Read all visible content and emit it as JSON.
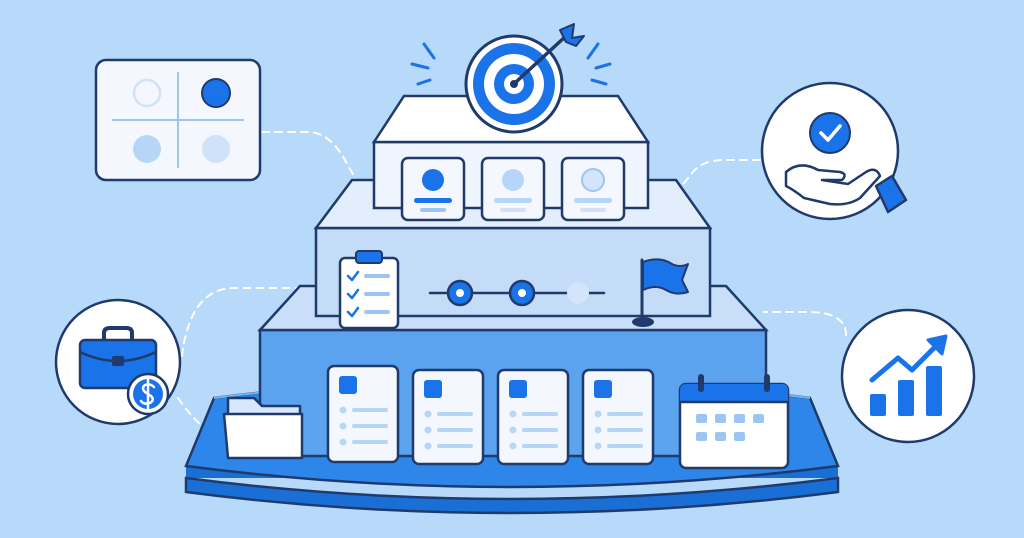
{
  "colors": {
    "background": "#b7d9fa",
    "accent": "#1a73e8",
    "navy": "#1f3a6b",
    "tier_top": "#eef5fe",
    "tier_middle": "#d8e9fc",
    "tier_bottom": "#b6d5f7",
    "base": "#2f86ea",
    "card": "#f4f8fe",
    "card_muted": "#b7d6f7"
  },
  "icons": {
    "target": "target-icon",
    "arrow": "arrow-icon",
    "quadrant": "quadrant-matrix-icon",
    "hand_check": "hand-check-icon",
    "briefcase": "briefcase-dollar-icon",
    "growth": "growth-chart-icon",
    "clipboard": "checklist-clipboard-icon",
    "flag": "flag-icon",
    "folder": "folder-icon",
    "calendar": "calendar-icon",
    "timeline": "milestone-timeline-icon"
  },
  "pyramid": {
    "tiers": [
      "top",
      "middle",
      "bottom",
      "base"
    ],
    "top_cards": 3,
    "bottom_cards": 4,
    "milestones_total": 3,
    "milestones_done": 2,
    "checklist_items": 3
  }
}
